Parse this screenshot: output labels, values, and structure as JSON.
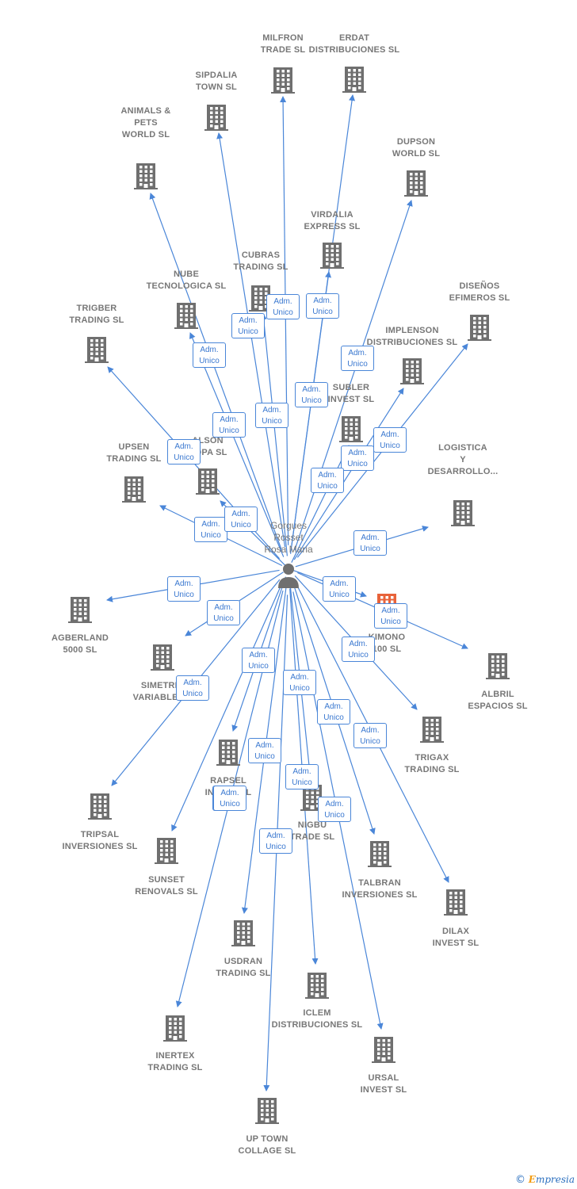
{
  "center": {
    "lines": [
      "Gorgues",
      "Rosset",
      "Rosa Maria"
    ]
  },
  "role_lines": [
    "Adm.",
    "Unico"
  ],
  "colors": {
    "edge": "#4a86d8",
    "building": "#6f6f6f",
    "highlight": "#e8633a",
    "label": "#777777"
  },
  "companies": [
    {
      "id": "milfron",
      "lines": [
        "MILFRON",
        "TRADE SL"
      ]
    },
    {
      "id": "erdat",
      "lines": [
        "ERDAT",
        "DISTRIBUCIONES SL"
      ]
    },
    {
      "id": "sipdalia",
      "lines": [
        "SIPDALIA",
        "TOWN SL"
      ]
    },
    {
      "id": "animals",
      "lines": [
        "ANIMALS &",
        "PETS",
        "WORLD SL"
      ]
    },
    {
      "id": "dupson",
      "lines": [
        "DUPSON",
        "WORLD SL"
      ]
    },
    {
      "id": "virdalia",
      "lines": [
        "VIRDALIA",
        "EXPRESS SL"
      ]
    },
    {
      "id": "cubras",
      "lines": [
        "CUBRAS",
        "TRADING SL"
      ]
    },
    {
      "id": "nube",
      "lines": [
        "NUBE",
        "TECNOLOGICA SL"
      ]
    },
    {
      "id": "disenos",
      "lines": [
        "DISEÑOS",
        "EFIMEROS SL"
      ]
    },
    {
      "id": "trigber",
      "lines": [
        "TRIGBER",
        "TRADING SL"
      ]
    },
    {
      "id": "implenson",
      "lines": [
        "IMPLENSON",
        "DISTRIBUCIONES SL"
      ]
    },
    {
      "id": "subler",
      "lines": [
        "SUBLER",
        "INVEST SL"
      ]
    },
    {
      "id": "upsen",
      "lines": [
        "UPSEN",
        "TRADING SL"
      ]
    },
    {
      "id": "alson",
      "lines": [
        "ALSON",
        "ROPA SL"
      ]
    },
    {
      "id": "logistica",
      "lines": [
        "LOGISTICA",
        "Y",
        "DESARROLLO..."
      ]
    },
    {
      "id": "agberland",
      "lines": [
        "AGBERLAND",
        "5000 SL"
      ]
    },
    {
      "id": "kimono",
      "lines": [
        "KIMONO",
        "100 SL"
      ]
    },
    {
      "id": "simetria",
      "lines": [
        "SIMETRIA",
        "VARIABLE SL"
      ]
    },
    {
      "id": "albril",
      "lines": [
        "ALBRIL",
        "ESPACIOS SL"
      ]
    },
    {
      "id": "rapsel",
      "lines": [
        "RAPSEL",
        "INVEST SL"
      ]
    },
    {
      "id": "trigax",
      "lines": [
        "TRIGAX",
        "TRADING SL"
      ]
    },
    {
      "id": "nigbu",
      "lines": [
        "NIGBU",
        "TRADE SL"
      ]
    },
    {
      "id": "tripsal",
      "lines": [
        "TRIPSAL",
        "INVERSIONES SL"
      ]
    },
    {
      "id": "sunset",
      "lines": [
        "SUNSET",
        "RENOVALS SL"
      ]
    },
    {
      "id": "talbran",
      "lines": [
        "TALBRAN",
        "INVERSIONES SL"
      ]
    },
    {
      "id": "dilax",
      "lines": [
        "DILAX",
        "INVEST SL"
      ]
    },
    {
      "id": "usdran",
      "lines": [
        "USDRAN",
        "TRADING SL"
      ]
    },
    {
      "id": "iclem",
      "lines": [
        "ICLEM",
        "DISTRIBUCIONES SL"
      ]
    },
    {
      "id": "inertex",
      "lines": [
        "INERTEX",
        "TRADING SL"
      ]
    },
    {
      "id": "ursal",
      "lines": [
        "URSAL",
        "INVEST SL"
      ]
    },
    {
      "id": "uptown",
      "lines": [
        "UP TOWN",
        "COLLAGE SL"
      ]
    }
  ],
  "credit": {
    "symbol": "©",
    "brand_initial": "E",
    "brand_rest": "mpresia"
  }
}
